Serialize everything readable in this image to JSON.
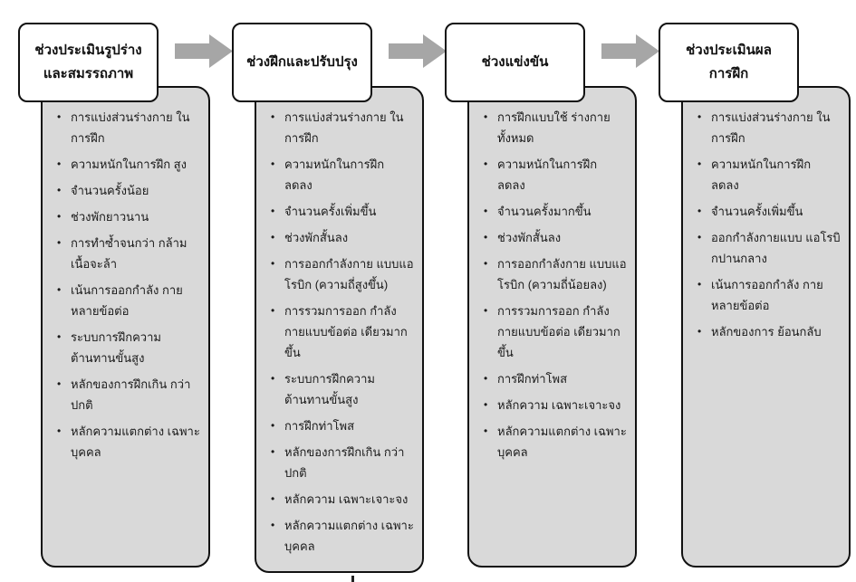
{
  "diagram": {
    "bullet_char": "•",
    "colors": {
      "list_box_bg": "#d9d9d9",
      "header_box_bg": "#ffffff",
      "box_border": "#111111",
      "arrow": "#a6a6a6"
    },
    "phases": [
      {
        "title": "ช่วงประเมินรูปร่าง และสมรรถภาพ",
        "title_lines": [
          "ช่วงประเมินรูปร่าง",
          "และสมรรถภาพ"
        ],
        "items": [
          "การแบ่งส่วนร่างกาย ในการฝึก",
          "ความหนักในการฝึก สูง",
          "จำนวนครั้งน้อย",
          "ช่วงพักยาวนาน",
          "การทำซ้ำจนกว่า กล้ามเนื้อจะล้า",
          "เน้นการออกกำลัง กายหลายข้อต่อ",
          "ระบบการฝึกความ ต้านทานขั้นสูง",
          "หลักของการฝึกเกิน กว่าปกติ",
          "หลักความแตกต่าง เฉพาะบุคคล"
        ]
      },
      {
        "title": "ช่วงฝึกและปรับปรุง",
        "title_lines": [
          "ช่วงฝึกและปรับปรุง"
        ],
        "items": [
          "การแบ่งส่วนร่างกาย ในการฝึก",
          "ความหนักในการฝึก ลดลง",
          "จำนวนครั้งเพิ่มขึ้น",
          "ช่วงพักสั้นลง",
          "การออกกำลังกาย แบบแอโรบิก (ความถี่สูงขึ้น)",
          "การรวมการออก กำลังกายแบบข้อต่อ เดียวมากขึ้น",
          "ระบบการฝึกความ ต้านทานขั้นสูง",
          "การฝึกท่าโพส",
          "หลักของการฝึกเกิน กว่าปกติ",
          "หลักความ เฉพาะเจาะจง",
          "หลักความแตกต่าง เฉพาะบุคคล"
        ]
      },
      {
        "title": "ช่วงแข่งขัน",
        "title_lines": [
          "ช่วงแข่งขัน"
        ],
        "items": [
          "การฝึกแบบใช้ ร่างกายทั้งหมด",
          "ความหนักในการฝึก ลดลง",
          "จำนวนครั้งมากขึ้น",
          "ช่วงพักสั้นลง",
          "การออกกำลังกาย แบบแอโรบิก (ความถี่น้อยลง)",
          "การรวมการออก กำลังกายแบบข้อต่อ เดียวมากขึ้น",
          "การฝึกท่าโพส",
          "หลักความ เฉพาะเจาะจง",
          "หลักความแตกต่าง เฉพาะบุคคล"
        ]
      },
      {
        "title": "ช่วงประเมินผล การฝึก",
        "title_lines": [
          "ช่วงประเมินผล",
          "การฝึก"
        ],
        "items": [
          "การแบ่งส่วนร่างกาย ในการฝึก",
          "ความหนักในการฝึก ลดลง",
          "จำนวนครั้งเพิ่มขึ้น",
          "ออกกำลังกายแบบ แอโรบิกปานกลาง",
          "เน้นการออกกำลัง กายหลายข้อต่อ",
          "หลักของการ ย้อนกลับ"
        ]
      }
    ]
  }
}
